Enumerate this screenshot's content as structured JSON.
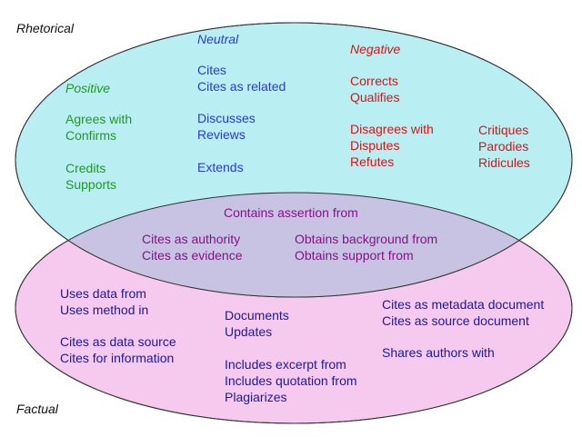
{
  "colors": {
    "rhetorical_fill": "#b9eef2",
    "factual_fill": "#f6c9ee",
    "overlap_fill": "#c8c3e3",
    "outline": "#333333",
    "positive": "#1f9a1f",
    "neutral": "#2a3bd6",
    "negative": "#d41616",
    "shared": "#8a0f8a",
    "factual": "#1a1a9a"
  },
  "titles": {
    "rhetorical": "Rhetorical",
    "factual": "Factual"
  },
  "rhetorical": {
    "positive": {
      "heading": "Positive",
      "group1": [
        "Agrees with",
        "Confirms"
      ],
      "group2": [
        "Credits",
        "Supports"
      ]
    },
    "neutral": {
      "heading": "Neutral",
      "group1": [
        "Cites",
        "Cites as related"
      ],
      "group2": [
        "Discusses",
        "Reviews"
      ],
      "group3": [
        "Extends"
      ]
    },
    "negative": {
      "heading": "Negative",
      "group1": [
        "Corrects",
        "Qualifies"
      ],
      "group2": [
        "Disagrees with",
        "Disputes",
        "Refutes"
      ],
      "group3": [
        "Critiques",
        "Parodies",
        "Ridicules"
      ]
    }
  },
  "overlap": {
    "top": "Contains assertion from",
    "left": [
      "Cites as authority",
      "Cites as evidence"
    ],
    "right": [
      "Obtains background from",
      "Obtains support from"
    ]
  },
  "factual": {
    "left1": [
      "Uses data from",
      "Uses method in"
    ],
    "left2": [
      "Cites as data source",
      "Cites for information"
    ],
    "middle1": [
      "Documents",
      "Updates"
    ],
    "middle2": [
      "Includes excerpt from",
      "Includes quotation from",
      "Plagiarizes"
    ],
    "right1": [
      "Cites as metadata document",
      "Cites as source document"
    ],
    "right2": [
      "Shares authors with"
    ]
  }
}
